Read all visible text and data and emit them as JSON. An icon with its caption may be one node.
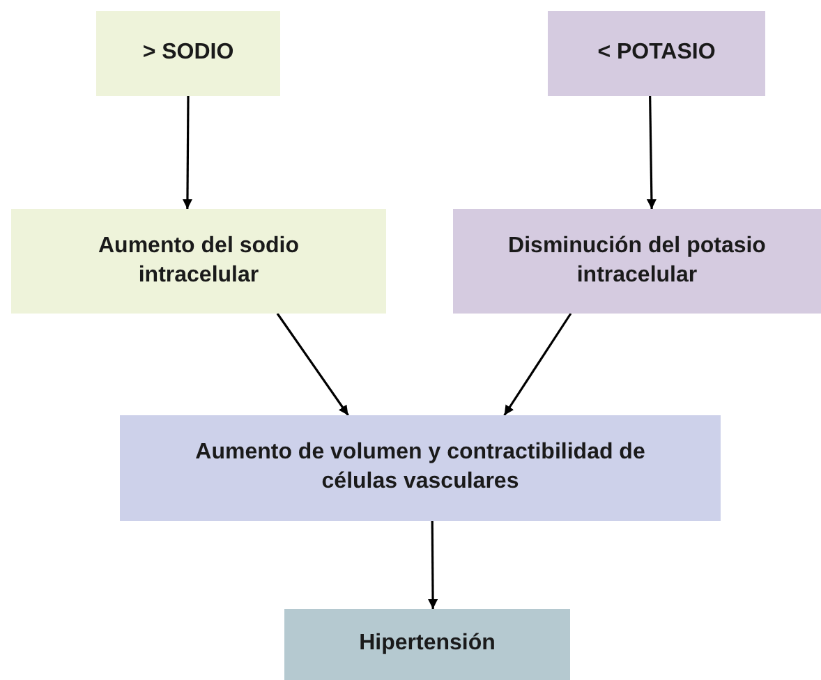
{
  "diagram": {
    "nodes": [
      {
        "text": [
          "> SODIO"
        ]
      },
      {
        "text": [
          "< POTASIO"
        ]
      },
      {
        "text": [
          "Aumento del sodio intracelular"
        ]
      },
      {
        "text": [
          "Disminución del potasio intracelular"
        ]
      },
      {
        "text": [
          "Aumento de volumen y contractibilidad de células vasculares"
        ]
      },
      {
        "text": [
          "Hipertensión"
        ]
      }
    ],
    "edges": [
      {
        "from": 0,
        "to": 2,
        "arrow": "to"
      },
      {
        "from": 1,
        "to": 3,
        "arrow": "to"
      },
      {
        "from": 2,
        "to": 4,
        "arrow": "to"
      },
      {
        "from": 3,
        "to": 4,
        "arrow": "to"
      },
      {
        "from": 4,
        "to": 5,
        "arrow": "to"
      }
    ]
  }
}
